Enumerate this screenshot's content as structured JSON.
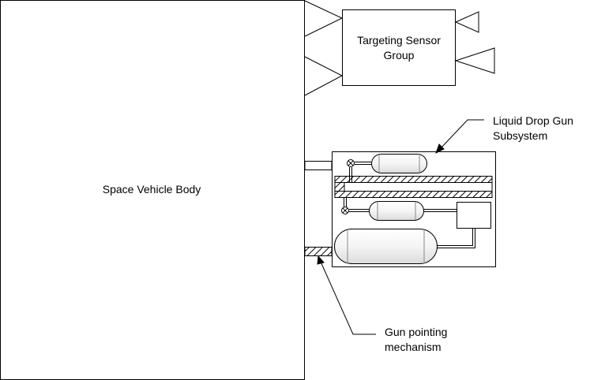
{
  "labels": {
    "body": "Space Vehicle Body",
    "sensor_line1": "Targeting Sensor",
    "sensor_line2": "Group",
    "gun_line1": "Liquid Drop Gun",
    "gun_line2": "Subsystem",
    "pointing_line1": "Gun pointing",
    "pointing_line2": "mechanism"
  },
  "colors": {
    "stroke": "#000000",
    "background": "#ffffff",
    "tank_fill": "#ffffff"
  }
}
